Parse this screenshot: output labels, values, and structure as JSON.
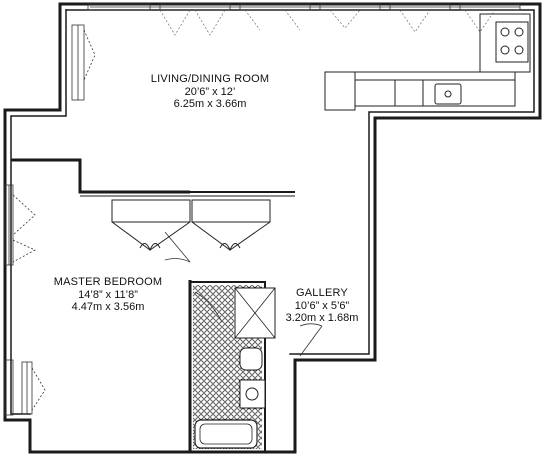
{
  "rooms": {
    "living": {
      "name": "LIVING/DINING ROOM",
      "dim_imperial": "20’6” x 12’",
      "dim_metric": "6.25m x 3.66m"
    },
    "master": {
      "name": "MASTER BEDROOM",
      "dim_imperial": "14’8” x 11’8”",
      "dim_metric": "4.47m x 3.56m"
    },
    "gallery": {
      "name": "GALLERY",
      "dim_imperial": "10’6” x 5’6”",
      "dim_metric": "3.20m x 1.68m"
    }
  },
  "colors": {
    "wall": "#1a1a1a",
    "line": "#333333",
    "background": "#ffffff"
  }
}
